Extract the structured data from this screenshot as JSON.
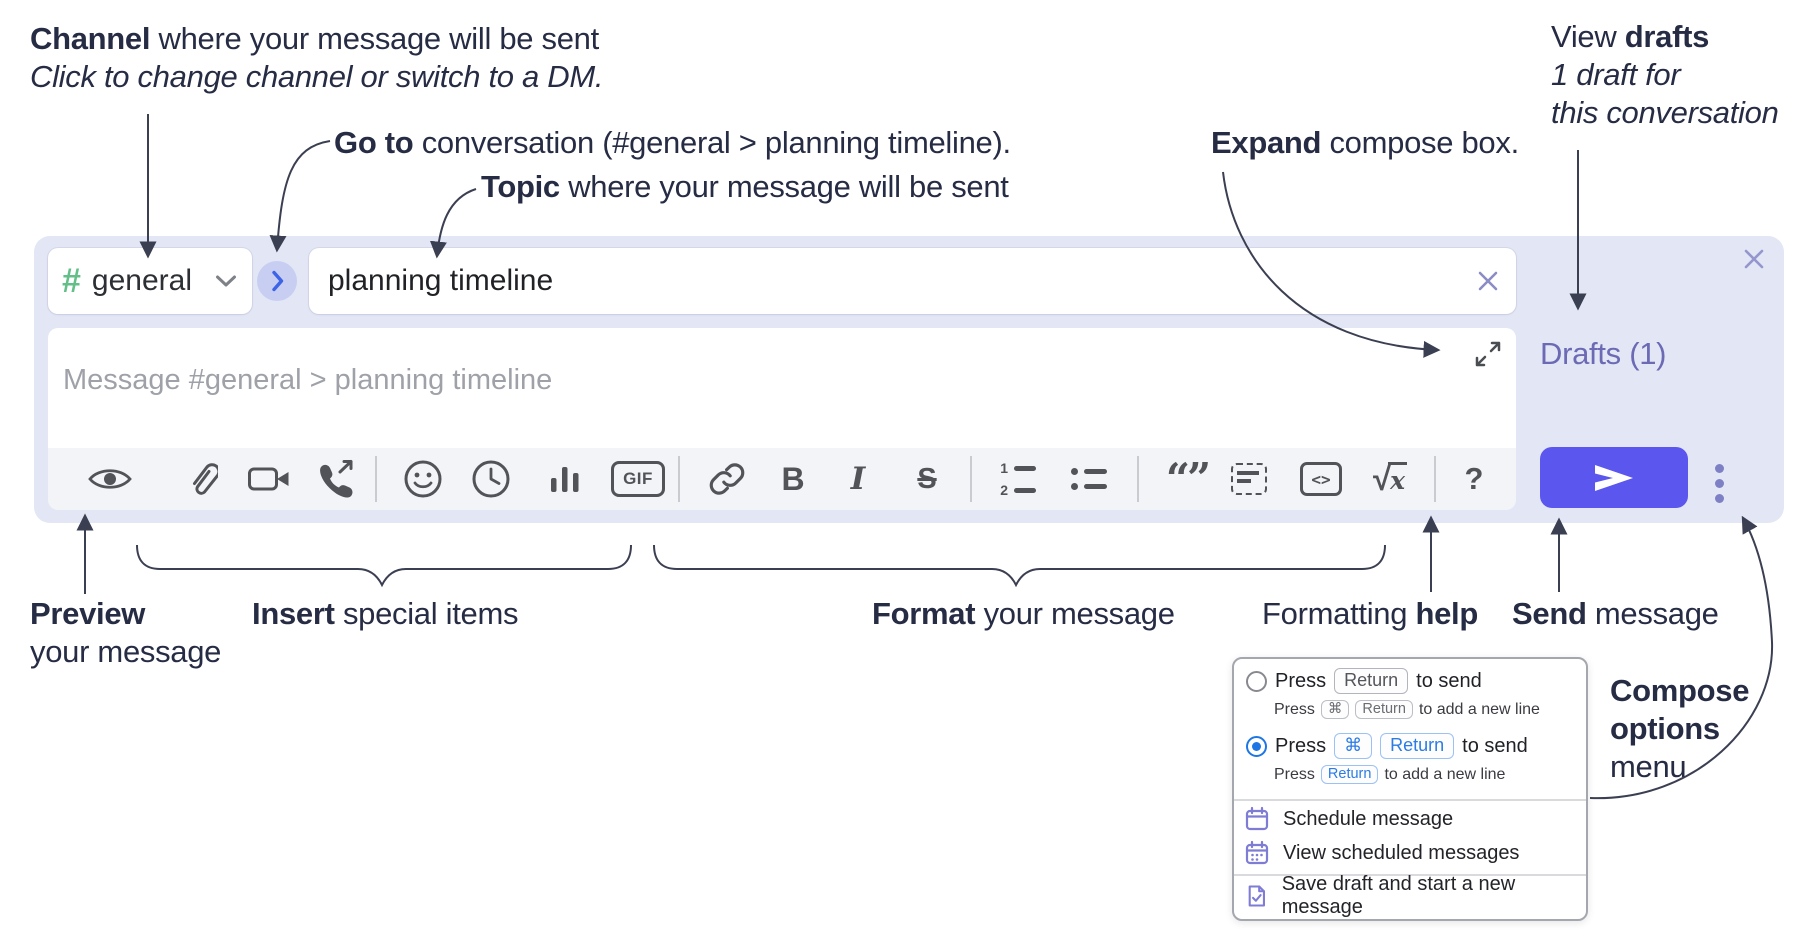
{
  "annotations": {
    "channel": {
      "bold": "Channel",
      "rest": " where your message will be sent",
      "sub": "Click to change channel or switch to a DM."
    },
    "goto": {
      "bold": "Go to",
      "rest": " conversation (#general > planning timeline)."
    },
    "topic": {
      "bold": "Topic",
      "rest": " where your message will be sent"
    },
    "expand": {
      "bold": "Expand",
      "rest": " compose box."
    },
    "view_drafts": {
      "pre": "View ",
      "bold": "drafts",
      "sub1": "1 draft for",
      "sub2": "this conversation"
    },
    "preview": {
      "bold": "Preview",
      "sub": "your message"
    },
    "insert": {
      "bold": "Insert",
      "rest": " special items"
    },
    "format": {
      "bold": "Format",
      "rest": " your message"
    },
    "help": {
      "pre": "Formatting ",
      "bold": "help"
    },
    "send": {
      "bold": "Send",
      "rest": " message"
    },
    "compose_options": {
      "bold1": "Compose",
      "bold2": "options",
      "rest": "menu"
    }
  },
  "compose": {
    "channel_hash": "#",
    "channel_name": "general",
    "topic_value": "planning timeline",
    "message_placeholder": "Message #general > planning timeline",
    "drafts_label": "Drafts (1)",
    "toolbar_icons": [
      "preview-eye",
      "attach-paperclip",
      "video-call",
      "audio-call",
      "emoji",
      "time",
      "poll",
      "gif",
      "link",
      "bold",
      "italic",
      "strikethrough",
      "numbered-list",
      "bulleted-list",
      "quote",
      "spoiler",
      "code",
      "math",
      "help"
    ],
    "toolbar_glyphs": {
      "gif": "GIF",
      "bold": "B",
      "italic": "I",
      "strike": "S",
      "quote": "“”",
      "code": "<>",
      "math_root": "√",
      "math_x": "x",
      "help": "?",
      "ol1": "1",
      "ol2": "2"
    }
  },
  "popup": {
    "options": [
      {
        "selected": false,
        "main": {
          "pre": "Press",
          "key1": "Return",
          "post": "to send"
        },
        "sub": {
          "pre": "Press",
          "key1": "⌘",
          "key2": "Return",
          "post": "to add a new line"
        }
      },
      {
        "selected": true,
        "main": {
          "pre": "Press",
          "key1": "⌘",
          "key2": "Return",
          "post": "to send"
        },
        "sub": {
          "pre": "Press",
          "key1": "Return",
          "post": "to add a new line"
        }
      }
    ],
    "menu_items": [
      "Schedule message",
      "View scheduled messages",
      "Save draft and start a new message"
    ]
  },
  "colors": {
    "compose_bg": "#e3e6f4",
    "accent_send": "#5a56ee",
    "drafts_purple": "#6c69b5",
    "hash_green": "#63bf87",
    "goto_blue": "#3d63e6",
    "kbd_blue": "#2b7ce4",
    "radio_blue": "#1d76e4",
    "menu_icon_purple": "#7f7cd6",
    "toolbar_icon": "#515359",
    "annotation_text": "#272c45"
  }
}
